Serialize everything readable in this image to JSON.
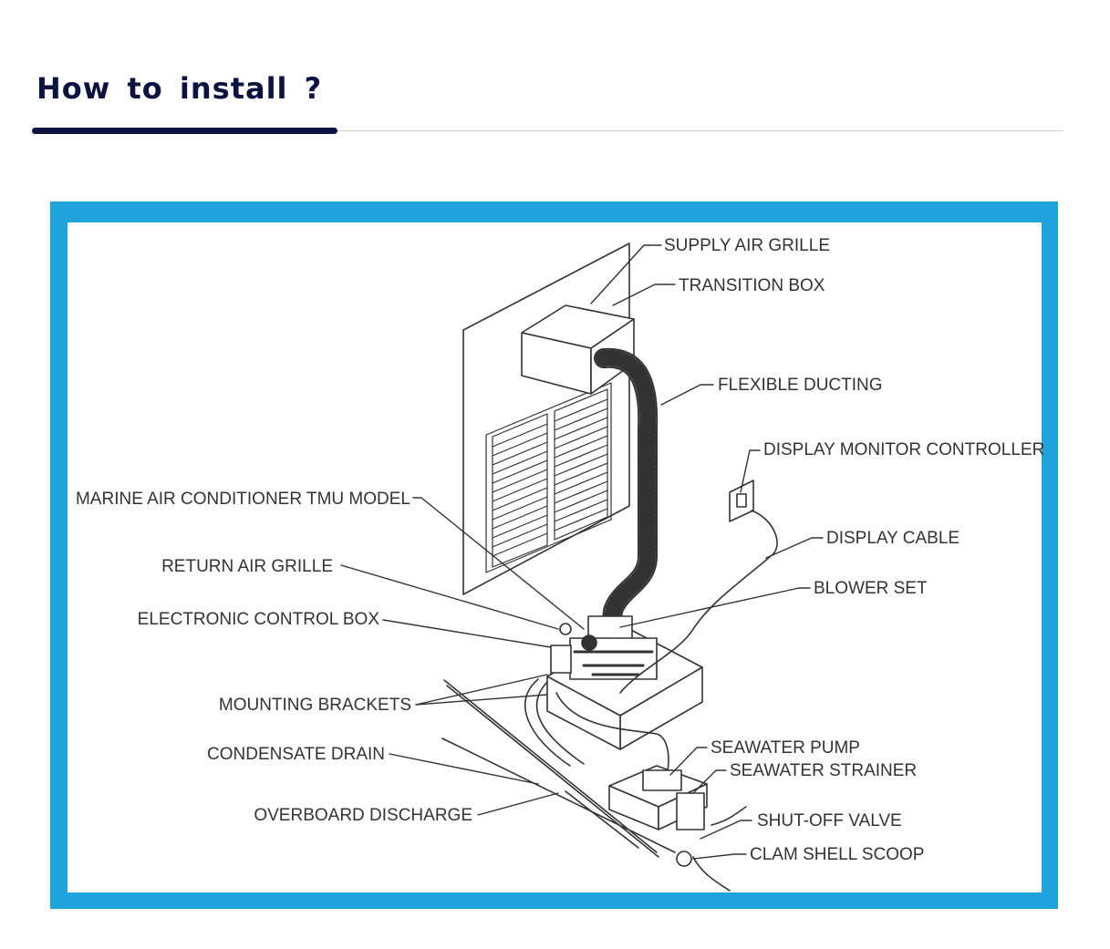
{
  "header": {
    "title": "How to install ?"
  },
  "diagram": {
    "labels": {
      "supply_air_grille": "SUPPLY AIR GRILLE",
      "transition_box": "TRANSITION BOX",
      "flexible_ducting": "FLEXIBLE DUCTING",
      "display_monitor_controller": "DISPLAY MONITOR CONTROLLER",
      "marine_air_conditioner": "MARINE AIR CONDITIONER TMU MODEL",
      "display_cable": "DISPLAY CABLE",
      "return_air_grille": "RETURN AIR GRILLE",
      "blower_set": "BLOWER SET",
      "electronic_control_box": "ELECTRONIC CONTROL BOX",
      "mounting_brackets": "MOUNTING BRACKETS",
      "seawater_pump": "SEAWATER PUMP",
      "condensate_drain": "CONDENSATE DRAIN",
      "seawater_strainer": "SEAWATER STRAINER",
      "overboard_discharge": "OVERBOARD DISCHARGE",
      "shut_off_valve": "SHUT-OFF VALVE",
      "clam_shell_scoop": "CLAM SHELL SCOOP"
    }
  },
  "colors": {
    "title": "#0d1340",
    "frame": "#1ea3dc",
    "line": "#333333"
  }
}
